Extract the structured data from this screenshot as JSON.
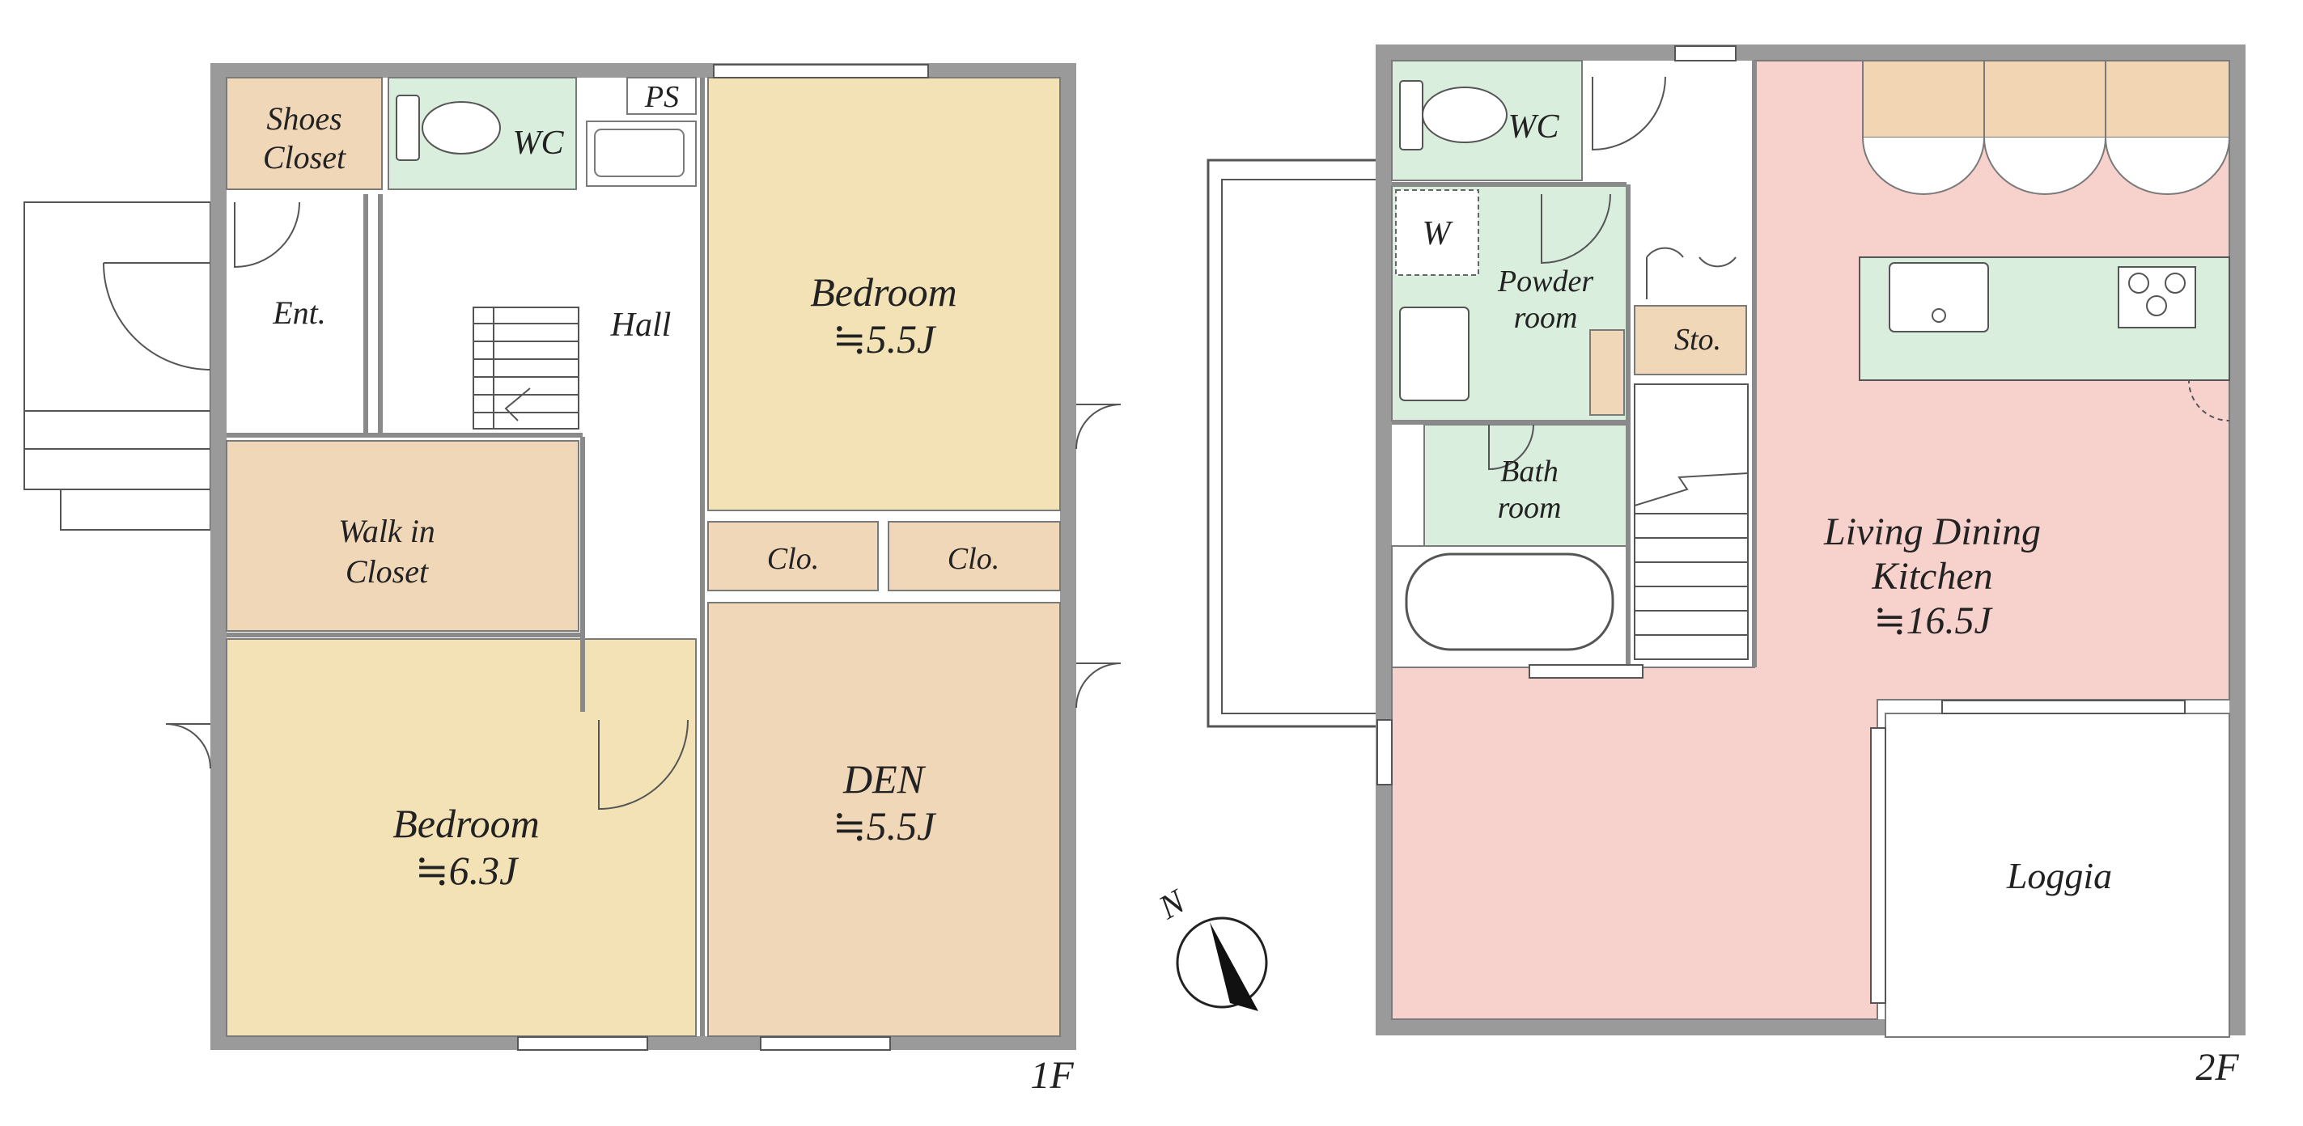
{
  "floor1": {
    "floor_label": "1F",
    "rooms": {
      "shoes_closet": "Shoes\nCloset",
      "wc": "WC",
      "ps": "PS",
      "entrance": "Ent.",
      "hall": "Hall",
      "bedroom_north": "Bedroom\n≒5.5J",
      "walk_in_closet": "Walk in\nCloset",
      "closet_a": "Clo.",
      "closet_b": "Clo.",
      "bedroom_south": "Bedroom\n≒6.3J",
      "den": "DEN\n≒5.5J"
    }
  },
  "floor2": {
    "floor_label": "2F",
    "rooms": {
      "wc": "WC",
      "washer": "W",
      "powder_room": "Powder\nroom",
      "storage": "Sto.",
      "bath_room": "Bath\nroom",
      "ldk": "Living Dining\nKitchen\n≒16.5J",
      "loggia": "Loggia"
    }
  },
  "compass": {
    "label": "N"
  },
  "colors": {
    "wall": "#9a9a9a",
    "bedroom": "#f3e2b5",
    "den_closet": "#f0d7b8",
    "wet_area": "#d9eedc",
    "ldk": "#f7d2cc",
    "hall": "#ffffff",
    "cabinet": "#f2d5b3"
  }
}
